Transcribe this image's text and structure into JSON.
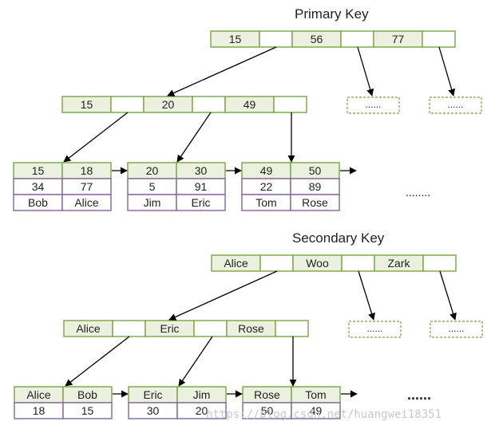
{
  "colors": {
    "key_fill": "#ebf1de",
    "key_stroke": "#77a544",
    "ptr_fill": "#ffffff",
    "data_fill": "#ffffff",
    "data_stroke": "#8064a2",
    "arrow": "#000000",
    "dashed_stroke": "#77a544"
  },
  "primary": {
    "title": "Primary Key",
    "root_keys": [
      "15",
      "56",
      "77"
    ],
    "inner_keys": [
      "15",
      "20",
      "49"
    ],
    "leaves": [
      {
        "keys": [
          "15",
          "18"
        ],
        "rows": [
          [
            "34",
            "77"
          ],
          [
            "Bob",
            "Alice"
          ]
        ]
      },
      {
        "keys": [
          "20",
          "30"
        ],
        "rows": [
          [
            "5",
            "91"
          ],
          [
            "Jim",
            "Eric"
          ]
        ]
      },
      {
        "keys": [
          "49",
          "50"
        ],
        "rows": [
          [
            "22",
            "89"
          ],
          [
            "Tom",
            "Rose"
          ]
        ]
      }
    ],
    "placeholder_a": "......",
    "placeholder_b": "......",
    "more": "........"
  },
  "secondary": {
    "title": "Secondary Key",
    "root_keys": [
      "Alice",
      "Woo",
      "Zark"
    ],
    "inner_keys": [
      "Alice",
      "Eric",
      "Rose"
    ],
    "leaves": [
      {
        "keys": [
          "Alice",
          "Bob"
        ],
        "rows": [
          [
            "18",
            "15"
          ]
        ]
      },
      {
        "keys": [
          "Eric",
          "Jim"
        ],
        "rows": [
          [
            "30",
            "20"
          ]
        ]
      },
      {
        "keys": [
          "Rose",
          "Tom"
        ],
        "rows": [
          [
            "50",
            "49"
          ]
        ]
      }
    ],
    "placeholder_a": "......",
    "placeholder_b": "......",
    "more": "......"
  },
  "watermark": "https://blog.csdn.net/huangwei18351"
}
